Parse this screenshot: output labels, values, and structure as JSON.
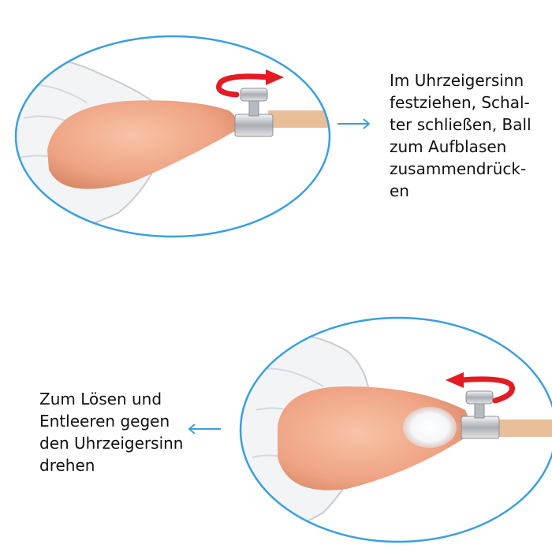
{
  "colors": {
    "ellipse_outline": "#3a9fe0",
    "pointer_arrow": "#3a9fe0",
    "rotation_arrow": "#e31b23",
    "bulb": "#f0a888",
    "metal_valve": "#c9ccd1",
    "glove": "#f2f4f6",
    "hose": "#e9bf9a"
  },
  "panels": [
    {
      "caption_lines": [
        "Im Uhrzeigersinn",
        "festziehen, Schal-",
        "ter schließen, Ball",
        "zum Aufblasen",
        "zusammendrück-",
        "en"
      ],
      "rotation": "clockwise",
      "icons": [
        "ellipse-outline",
        "gloved-hand",
        "rubber-bulb",
        "metal-valve",
        "rotation-arrow-clockwise",
        "pointer-arrow-right"
      ]
    },
    {
      "caption_lines": [
        "Zum Lösen und",
        "Entleeren gegen",
        "den Uhrzeigersinn",
        "drehen"
      ],
      "rotation": "counterclockwise",
      "icons": [
        "ellipse-outline",
        "gloved-hand",
        "rubber-bulb",
        "air-puff",
        "metal-valve",
        "rotation-arrow-counterclockwise",
        "pointer-arrow-left"
      ]
    }
  ]
}
